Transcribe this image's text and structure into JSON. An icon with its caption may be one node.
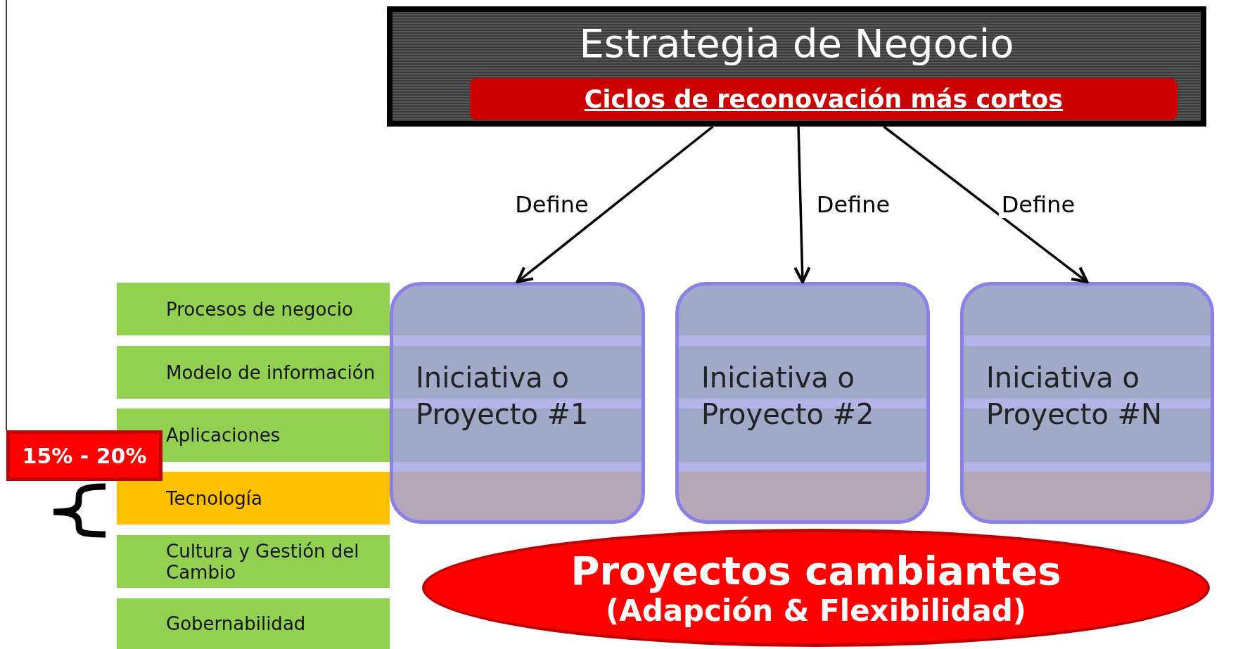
{
  "diagram": {
    "nodes": [
      {
        "text": [
          "Estrategia de Negocio"
        ]
      },
      {
        "text": [
          "Ciclos de reconovación más cortos"
        ],
        "in": 0
      },
      {
        "text": [
          "Iniciativa o Proyecto #1"
        ]
      },
      {
        "text": [
          "Iniciativa o Proyecto #2"
        ]
      },
      {
        "text": [
          "Iniciativa o Proyecto #N"
        ]
      },
      {
        "text": [
          "Proyectos cambiantes",
          "(Adapción & Flexibilidad)"
        ]
      },
      {
        "text": [
          "Procesos de negocio"
        ]
      },
      {
        "text": [
          "Modelo de información"
        ]
      },
      {
        "text": [
          "Aplicaciones"
        ]
      },
      {
        "text": [
          "Tecnología"
        ]
      },
      {
        "text": [
          "Cultura y Gestión del Cambio"
        ]
      },
      {
        "text": [
          "Gobernabilidad"
        ]
      },
      {
        "text": [
          "15% - 20%"
        ]
      }
    ],
    "edges": [
      {
        "from": 0,
        "to": 2,
        "arrow": "to",
        "label": "Define"
      },
      {
        "from": 0,
        "to": 3,
        "arrow": "to",
        "label": "Define"
      },
      {
        "from": 0,
        "to": 4,
        "arrow": "to",
        "label": "Define"
      }
    ]
  }
}
